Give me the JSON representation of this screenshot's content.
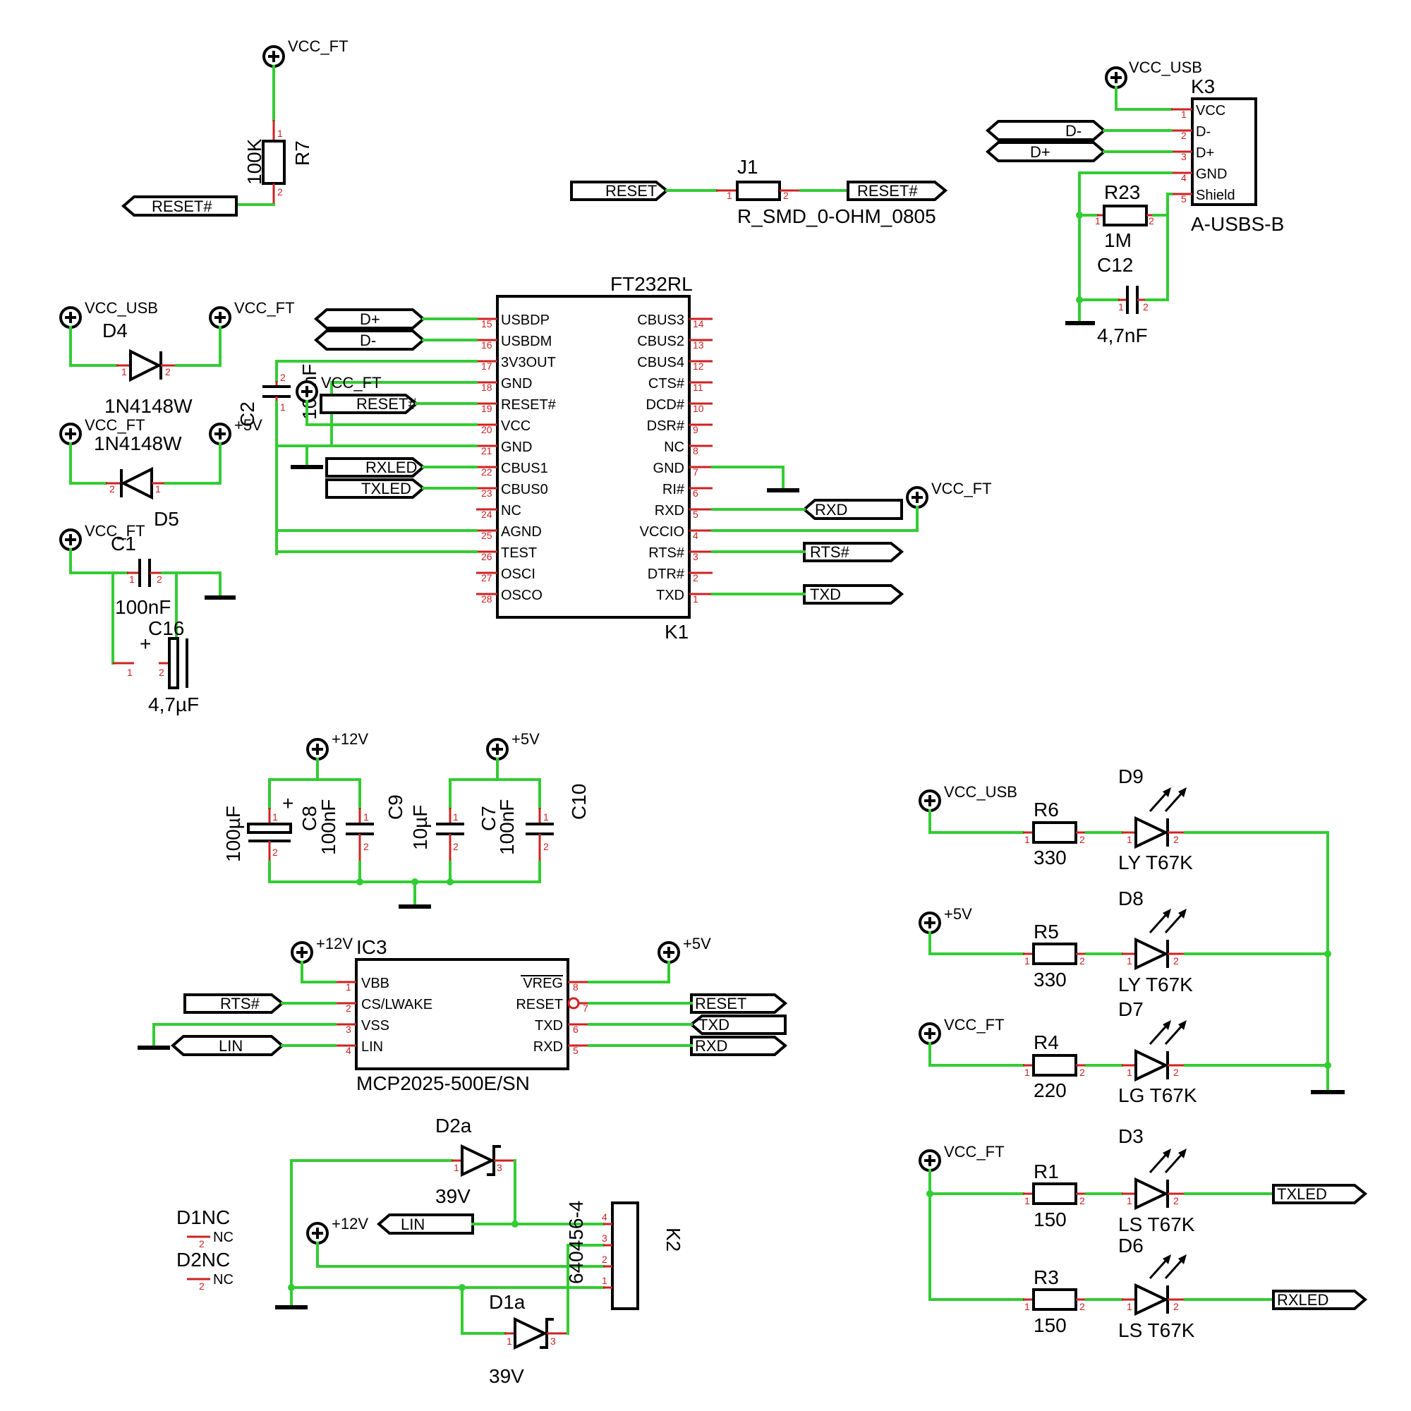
{
  "nets": {
    "vcc_ft": "VCC_FT",
    "vcc_usb": "VCC_USB",
    "p5v": "+5V",
    "p12v": "+12V",
    "reset": "RESET",
    "reset_n": "RESET#",
    "dp": "D+",
    "dm": "D-",
    "rxled": "RXLED",
    "txled": "TXLED",
    "rxd": "RXD",
    "txd": "TXD",
    "rts_n": "RTS#",
    "lin": "LIN"
  },
  "r7": {
    "name": "R7",
    "value": "100K"
  },
  "j1": {
    "name": "J1",
    "value": "R_SMD_0-OHM_0805"
  },
  "k3": {
    "name": "K3",
    "value": "A-USBS-B",
    "pins": [
      "VCC",
      "D-",
      "D+",
      "GND",
      "Shield"
    ]
  },
  "r23": {
    "name": "R23",
    "value": "1M"
  },
  "c12": {
    "name": "C12",
    "value": "4,7nF"
  },
  "d4": {
    "name": "D4",
    "value": "1N4148W"
  },
  "d5": {
    "name": "D5",
    "value": "1N4148W"
  },
  "c1": {
    "name": "C1",
    "value": "100nF"
  },
  "c16": {
    "name": "C16",
    "value": "4,7µF",
    "plus": "+"
  },
  "c2": {
    "name": "C2",
    "value": "100nF"
  },
  "k1": {
    "title": "FT232RL",
    "name": "K1",
    "left_pins": [
      {
        "num": "15",
        "name": "USBDP"
      },
      {
        "num": "16",
        "name": "USBDM"
      },
      {
        "num": "17",
        "name": "3V3OUT"
      },
      {
        "num": "18",
        "name": "GND"
      },
      {
        "num": "19",
        "name": "RESET#"
      },
      {
        "num": "20",
        "name": "VCC"
      },
      {
        "num": "21",
        "name": "GND"
      },
      {
        "num": "22",
        "name": "CBUS1"
      },
      {
        "num": "23",
        "name": "CBUS0"
      },
      {
        "num": "24",
        "name": "NC"
      },
      {
        "num": "25",
        "name": "AGND"
      },
      {
        "num": "26",
        "name": "TEST"
      },
      {
        "num": "27",
        "name": "OSCI"
      },
      {
        "num": "28",
        "name": "OSCO"
      }
    ],
    "right_pins": [
      {
        "num": "14",
        "name": "CBUS3"
      },
      {
        "num": "13",
        "name": "CBUS2"
      },
      {
        "num": "12",
        "name": "CBUS4"
      },
      {
        "num": "11",
        "name": "CTS#"
      },
      {
        "num": "10",
        "name": "DCD#"
      },
      {
        "num": "9",
        "name": "DSR#"
      },
      {
        "num": "8",
        "name": "NC"
      },
      {
        "num": "7",
        "name": "GND"
      },
      {
        "num": "6",
        "name": "RI#"
      },
      {
        "num": "5",
        "name": "RXD"
      },
      {
        "num": "4",
        "name": "VCCIO"
      },
      {
        "num": "3",
        "name": "RTS#"
      },
      {
        "num": "2",
        "name": "DTR#"
      },
      {
        "num": "1",
        "name": "TXD"
      }
    ]
  },
  "c8": {
    "name": "C8",
    "value": "100µF",
    "plus": "+"
  },
  "c9": {
    "name": "C9",
    "value": "100nF"
  },
  "c7": {
    "name": "C7",
    "value": "10µF"
  },
  "c10": {
    "name": "C10",
    "value": "100nF"
  },
  "ic3": {
    "name": "IC3",
    "value": "MCP2025-500E/SN",
    "left_pins": [
      {
        "num": "1",
        "name": "VBB"
      },
      {
        "num": "2",
        "name": "CS/LWAKE"
      },
      {
        "num": "3",
        "name": "VSS"
      },
      {
        "num": "4",
        "name": "LIN"
      }
    ],
    "right_pins": [
      {
        "num": "8",
        "name": "VREG"
      },
      {
        "num": "7",
        "name": "RESET"
      },
      {
        "num": "6",
        "name": "TXD"
      },
      {
        "num": "5",
        "name": "RXD"
      }
    ]
  },
  "d2a": {
    "name": "D2a",
    "value": "39V"
  },
  "d1a": {
    "name": "D1a",
    "value": "39V"
  },
  "k2": {
    "name": "K2",
    "value": "640456-4"
  },
  "d1nc": {
    "name": "D1NC",
    "nc": "NC"
  },
  "d2nc": {
    "name": "D2NC",
    "nc": "NC"
  },
  "leds": [
    {
      "res": "R6",
      "res_value": "330",
      "led": "D9",
      "led_value": "LY T67K"
    },
    {
      "res": "R5",
      "res_value": "330",
      "led": "D8",
      "led_value": "LY T67K"
    },
    {
      "res": "R4",
      "res_value": "220",
      "led": "D7",
      "led_value": "LG T67K"
    },
    {
      "res": "R1",
      "res_value": "150",
      "led": "D3",
      "led_value": "LS T67K"
    },
    {
      "res": "R3",
      "res_value": "150",
      "led": "D6",
      "led_value": "LS T67K"
    }
  ]
}
